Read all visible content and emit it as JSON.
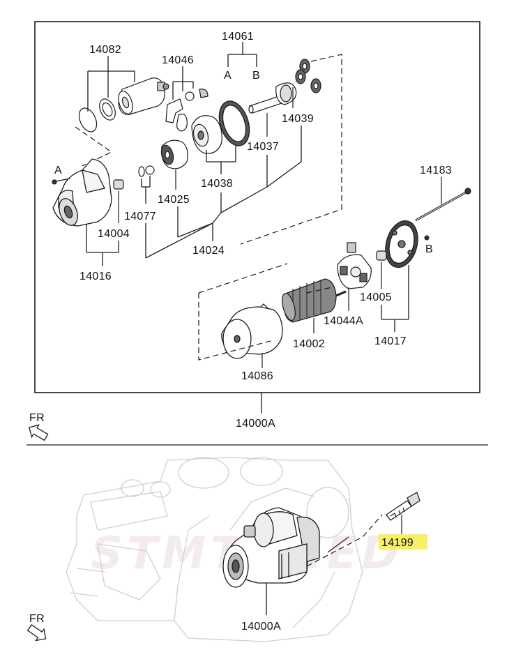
{
  "parts": {
    "p14061": "14061",
    "p14061a": "A",
    "p14061b": "B",
    "p14082": "14082",
    "p14046": "14046",
    "p14039": "14039",
    "p14037": "14037",
    "p14038": "14038",
    "p14025": "14025",
    "p14077": "14077",
    "p14004": "14004",
    "p14016": "14016",
    "p14024": "14024",
    "p14183": "14183",
    "p14005": "14005",
    "p14044a": "14044A",
    "p14017": "14017",
    "p14002": "14002",
    "p14086": "14086",
    "p14000a_top": "14000A",
    "p14000a_bottom": "14000A",
    "p14199": "14199",
    "bolt_a": "A",
    "bolt_b": "B"
  },
  "direction": {
    "fr_top": "FR",
    "fr_bottom": "FR"
  },
  "watermark": "STMTUNED",
  "colors": {
    "highlight": "#f7ef6a",
    "line": "#1a1a1a",
    "ghost": "#c9c9c9"
  }
}
